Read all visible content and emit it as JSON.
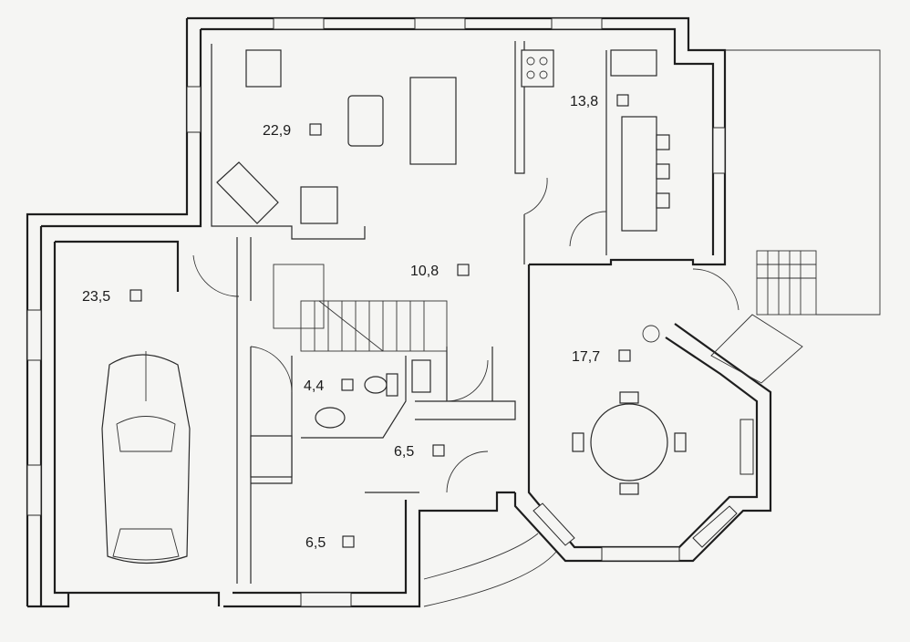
{
  "rooms": [
    {
      "id": "living",
      "area": "22,9"
    },
    {
      "id": "kitchen",
      "area": "13,8"
    },
    {
      "id": "garage",
      "area": "23,5"
    },
    {
      "id": "hall",
      "area": "10,8"
    },
    {
      "id": "wc",
      "area": "4,4"
    },
    {
      "id": "dining",
      "area": "17,7"
    },
    {
      "id": "corridor",
      "area": "6,5"
    },
    {
      "id": "room",
      "area": "6,5"
    }
  ],
  "colors": {
    "ink": "#1e1e1e",
    "paper": "#f5f5f3"
  }
}
